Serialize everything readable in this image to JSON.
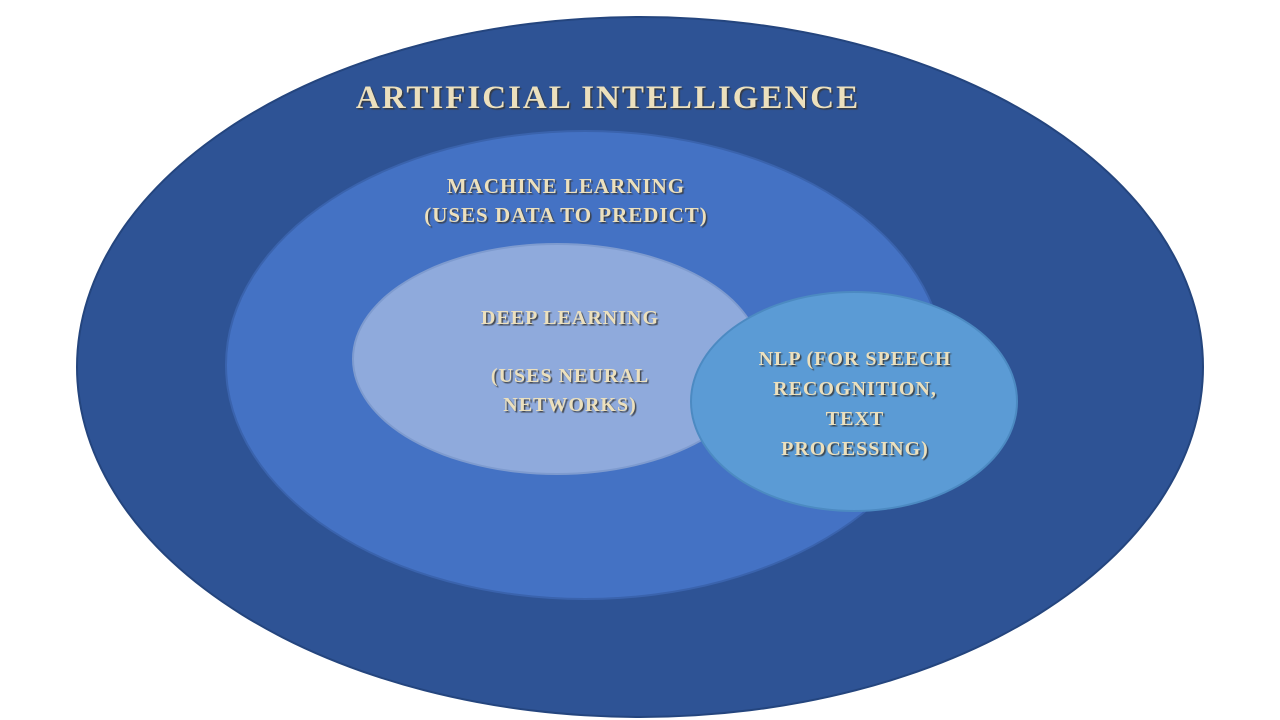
{
  "diagram": {
    "title": "ARTIFICIAL INTELLIGENCE",
    "machine_learning": {
      "line1": "MACHINE LEARNING",
      "line2": "(USES DATA TO PREDICT)"
    },
    "deep_learning": {
      "line1": "DEEP LEARNING",
      "line2": "(USES NEURAL",
      "line3": "NETWORKS)"
    },
    "nlp": {
      "line1": "NLP (FOR SPEECH",
      "line2": "RECOGNITION,",
      "line3": "TEXT",
      "line4": "PROCESSING)"
    },
    "colors": {
      "outer_ellipse": "#2e5395",
      "middle_ellipse": "#4472c4",
      "inner_ellipse": "#8faadc",
      "nlp_ellipse": "#5b9bd5",
      "text": "#ece0bd",
      "background": "#ffffff"
    }
  }
}
